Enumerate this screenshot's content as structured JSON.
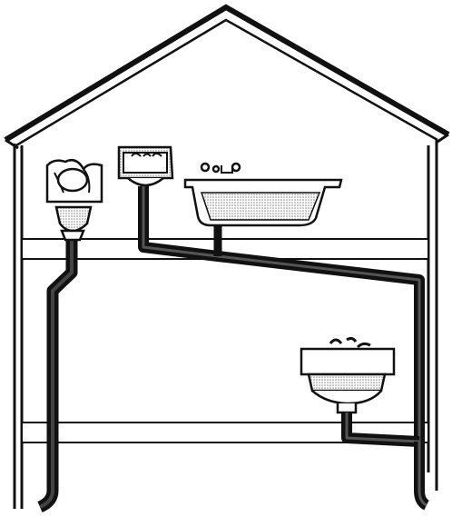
{
  "figure": {
    "subject": "house-plumbing-drainage-illustration",
    "palette": {
      "ink": "#111111",
      "paper": "#ffffff",
      "fixture_shade": "#bdbdbd"
    },
    "fixtures": [
      {
        "icon": "toilet-icon",
        "floor": "upper"
      },
      {
        "icon": "wall-sink-icon",
        "floor": "upper"
      },
      {
        "icon": "bathtub-icon",
        "floor": "upper"
      },
      {
        "icon": "kitchen-sink-icon",
        "floor": "lower"
      }
    ],
    "pipes": [
      {
        "icon": "main-drain-stack-icon"
      },
      {
        "icon": "sloped-drain-pipe-icon"
      },
      {
        "icon": "right-vent-stack-icon"
      }
    ]
  }
}
